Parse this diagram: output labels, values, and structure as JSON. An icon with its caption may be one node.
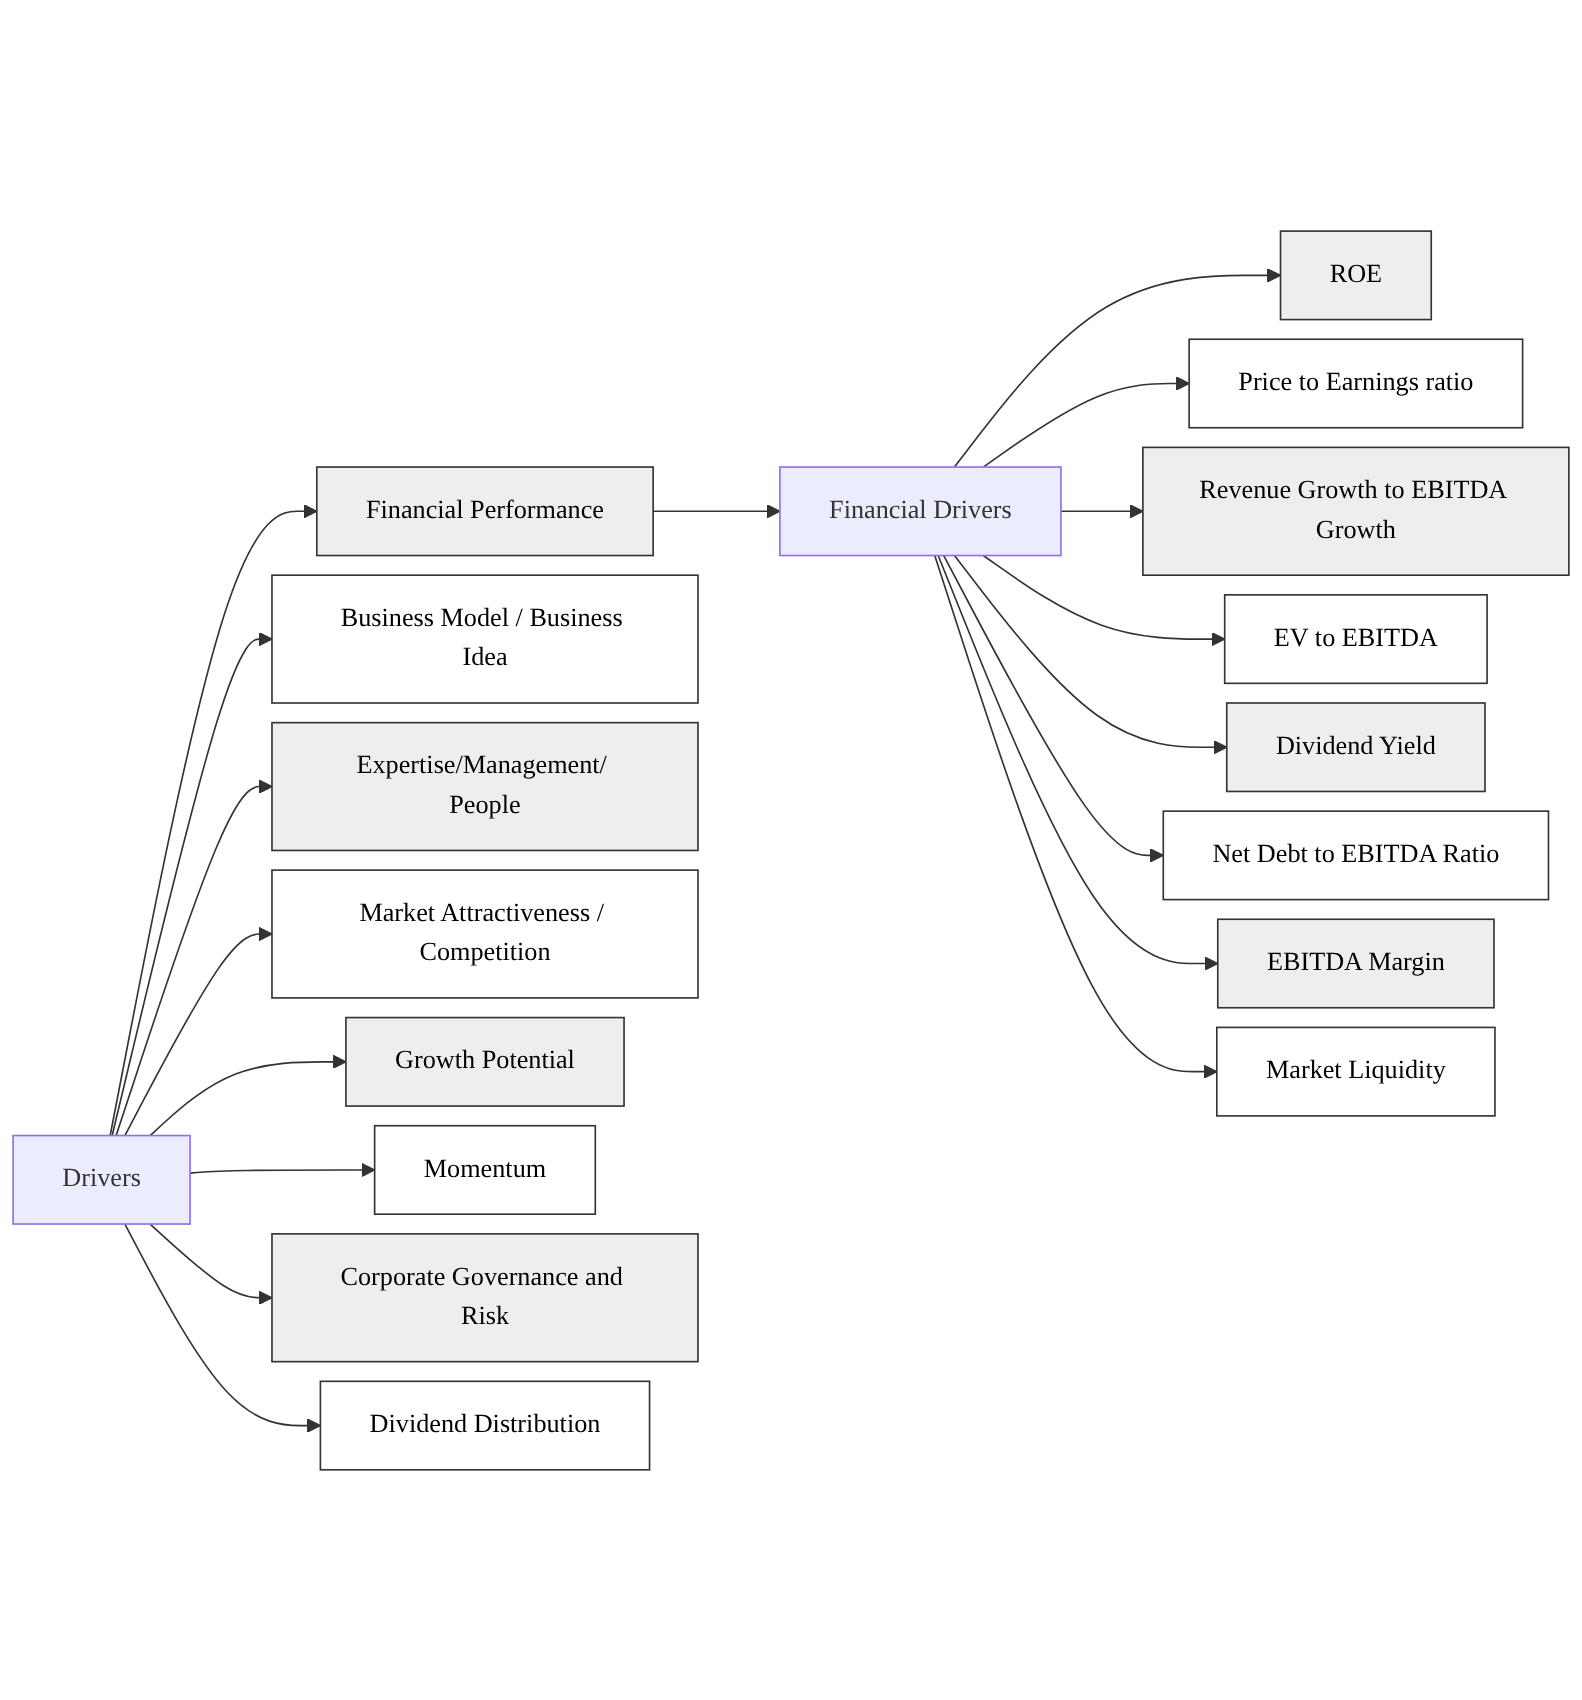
{
  "diagram": {
    "nodes": [
      {
        "text": [
          "Drivers"
        ]
      },
      {
        "text": [
          "Financial Performance"
        ]
      },
      {
        "text": [
          "Business Model / Business Idea"
        ]
      },
      {
        "text": [
          "Expertise/Management/ People"
        ]
      },
      {
        "text": [
          "Market Attractiveness / Competition"
        ]
      },
      {
        "text": [
          "Growth Potential"
        ]
      },
      {
        "text": [
          "Momentum"
        ]
      },
      {
        "text": [
          "Corporate Governance and Risk"
        ]
      },
      {
        "text": [
          "Dividend Distribution"
        ]
      },
      {
        "text": [
          "Financial Drivers"
        ]
      },
      {
        "text": [
          "ROE"
        ]
      },
      {
        "text": [
          "Price to Earnings ratio"
        ]
      },
      {
        "text": [
          "Revenue Growth to EBITDA Growth"
        ]
      },
      {
        "text": [
          "EV to EBITDA"
        ]
      },
      {
        "text": [
          "Dividend Yield"
        ]
      },
      {
        "text": [
          "Net Debt to EBITDA Ratio"
        ]
      },
      {
        "text": [
          "EBITDA Margin"
        ]
      },
      {
        "text": [
          "Market Liquidity"
        ]
      }
    ],
    "edges": [
      {
        "from": 0,
        "to": 1,
        "arrow": "to"
      },
      {
        "from": 0,
        "to": 2,
        "arrow": "to"
      },
      {
        "from": 0,
        "to": 3,
        "arrow": "to"
      },
      {
        "from": 0,
        "to": 4,
        "arrow": "to"
      },
      {
        "from": 0,
        "to": 5,
        "arrow": "to"
      },
      {
        "from": 0,
        "to": 6,
        "arrow": "to"
      },
      {
        "from": 0,
        "to": 7,
        "arrow": "to"
      },
      {
        "from": 0,
        "to": 8,
        "arrow": "to"
      },
      {
        "from": 1,
        "to": 9,
        "arrow": "to"
      },
      {
        "from": 9,
        "to": 10,
        "arrow": "to"
      },
      {
        "from": 9,
        "to": 11,
        "arrow": "to"
      },
      {
        "from": 9,
        "to": 12,
        "arrow": "to"
      },
      {
        "from": 9,
        "to": 13,
        "arrow": "to"
      },
      {
        "from": 9,
        "to": 14,
        "arrow": "to"
      },
      {
        "from": 9,
        "to": 15,
        "arrow": "to"
      },
      {
        "from": 9,
        "to": 16,
        "arrow": "to"
      },
      {
        "from": 9,
        "to": 17,
        "arrow": "to"
      }
    ]
  }
}
